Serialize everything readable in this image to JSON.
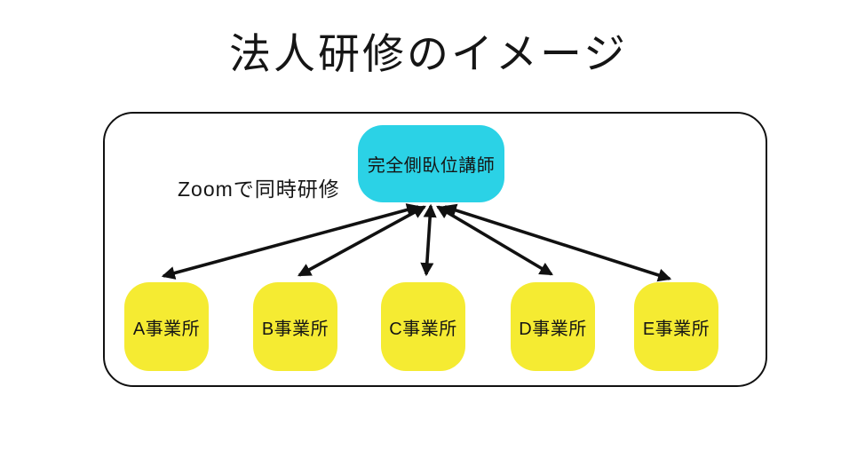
{
  "title": "法人研修のイメージ",
  "diagram": {
    "annotation": "Zoomで同時研修",
    "root_node": {
      "label": "完全側臥位講師",
      "color": "#2bd2e6"
    },
    "child_nodes": [
      {
        "label": "A事業所"
      },
      {
        "label": "B事業所"
      },
      {
        "label": "C事業所"
      },
      {
        "label": "D事業所"
      },
      {
        "label": "E事業所"
      }
    ],
    "child_node_color": "#f5eb32",
    "arrow_color": "#111111",
    "frame_border_color": "#111111",
    "connection_style": "double-headed-arrows"
  }
}
